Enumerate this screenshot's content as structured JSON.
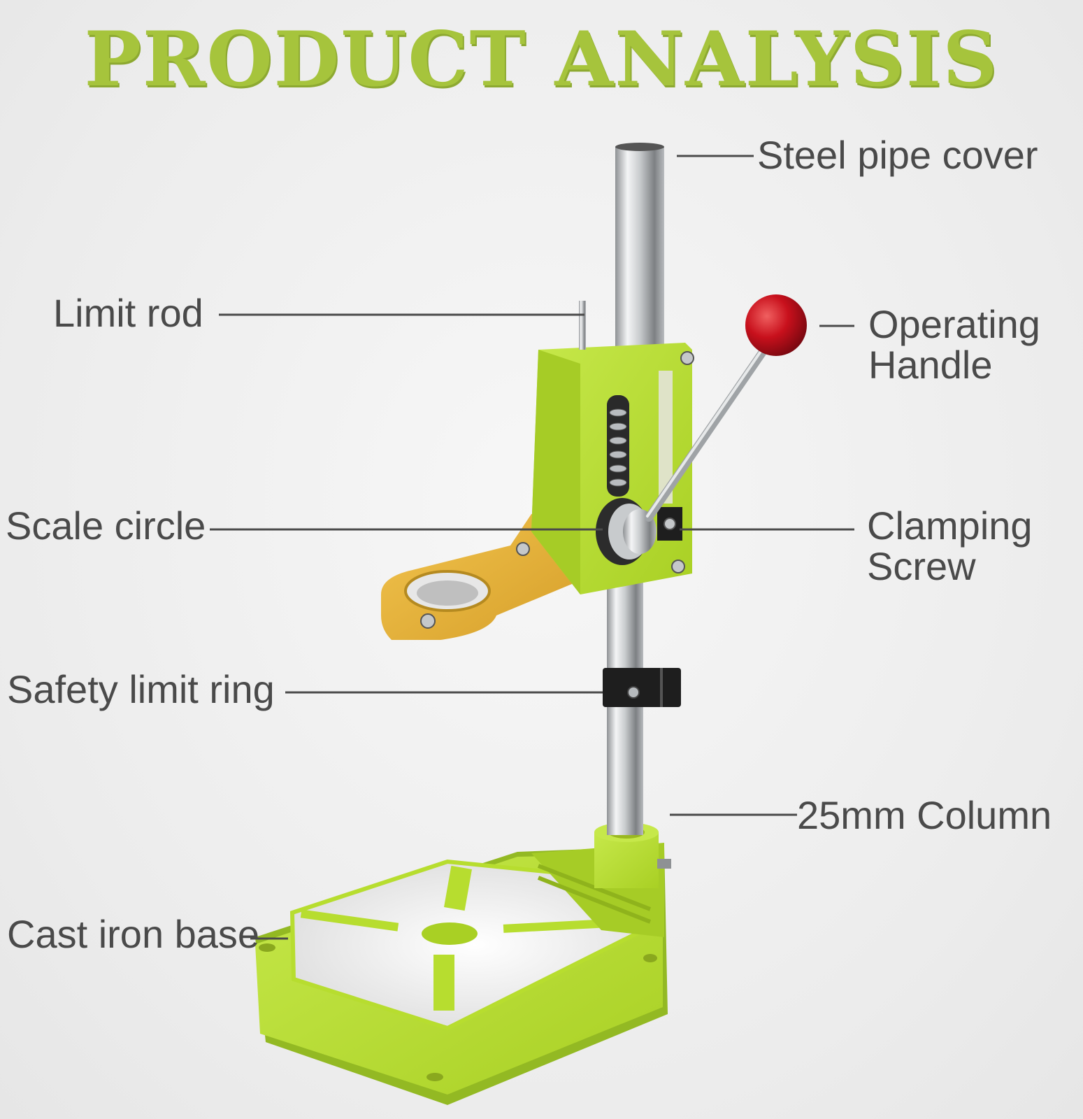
{
  "title": "PRODUCT ANALYSIS",
  "colors": {
    "title_green": "#a6c43c",
    "body_green": "#b7dd2f",
    "gold": "#e3b23c",
    "knob_red": "#c8101c",
    "label_gray": "#4a4a4a"
  },
  "labels": {
    "steel_pipe_cover": "Steel pipe cover",
    "limit_rod": "Limit rod",
    "operating_handle_line1": "Operating",
    "operating_handle_line2": "Handle",
    "scale_circle": "Scale circle",
    "clamping_screw_line1": "Clamping",
    "clamping_screw_line2": "Screw",
    "safety_limit_ring": "Safety limit ring",
    "column": "25mm Column",
    "cast_iron_base": "Cast iron base"
  }
}
